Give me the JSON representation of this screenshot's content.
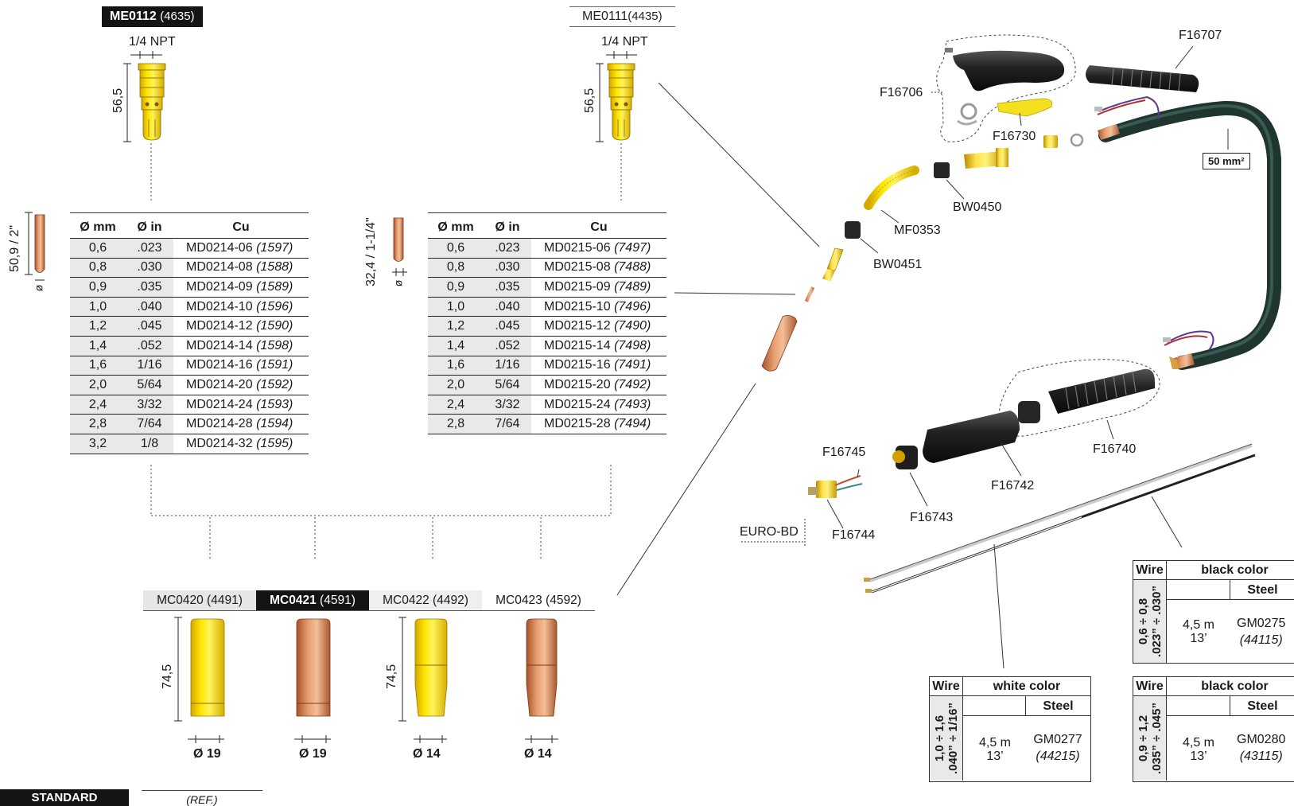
{
  "contact_tip_left": {
    "code": "ME0112",
    "ref": "(4635)",
    "thread": "1/4 NPT",
    "length": "56,5",
    "tip_size": "50,9 / 2\"",
    "diameter_symbol": "ø",
    "headers": [
      "Ø mm",
      "Ø in",
      "Cu"
    ],
    "rows": [
      {
        "mm": "0,6",
        "in": ".023",
        "code": "MD0214-06",
        "ref": "(1597)"
      },
      {
        "mm": "0,8",
        "in": ".030",
        "code": "MD0214-08",
        "ref": "(1588)"
      },
      {
        "mm": "0,9",
        "in": ".035",
        "code": "MD0214-09",
        "ref": "(1589)"
      },
      {
        "mm": "1,0",
        "in": ".040",
        "code": "MD0214-10",
        "ref": "(1596)"
      },
      {
        "mm": "1,2",
        "in": ".045",
        "code": "MD0214-12",
        "ref": "(1590)"
      },
      {
        "mm": "1,4",
        "in": ".052",
        "code": "MD0214-14",
        "ref": "(1598)"
      },
      {
        "mm": "1,6",
        "in": "1/16",
        "code": "MD0214-16",
        "ref": "(1591)"
      },
      {
        "mm": "2,0",
        "in": "5/64",
        "code": "MD0214-20",
        "ref": "(1592)"
      },
      {
        "mm": "2,4",
        "in": "3/32",
        "code": "MD0214-24",
        "ref": "(1593)"
      },
      {
        "mm": "2,8",
        "in": "7/64",
        "code": "MD0214-28",
        "ref": "(1594)"
      },
      {
        "mm": "3,2",
        "in": "1/8",
        "code": "MD0214-32",
        "ref": "(1595)"
      }
    ]
  },
  "contact_tip_right": {
    "code": "ME0111",
    "ref": "(4435)",
    "thread": "1/4 NPT",
    "length": "56,5",
    "tip_size": "32,4 / 1-1/4\"",
    "diameter_symbol": "ø",
    "headers": [
      "Ø mm",
      "Ø in",
      "Cu"
    ],
    "rows": [
      {
        "mm": "0,6",
        "in": ".023",
        "code": "MD0215-06",
        "ref": "(7497)"
      },
      {
        "mm": "0,8",
        "in": ".030",
        "code": "MD0215-08",
        "ref": "(7488)"
      },
      {
        "mm": "0,9",
        "in": ".035",
        "code": "MD0215-09",
        "ref": "(7489)"
      },
      {
        "mm": "1,0",
        "in": ".040",
        "code": "MD0215-10",
        "ref": "(7496)"
      },
      {
        "mm": "1,2",
        "in": ".045",
        "code": "MD0215-12",
        "ref": "(7490)"
      },
      {
        "mm": "1,4",
        "in": ".052",
        "code": "MD0215-14",
        "ref": "(7498)"
      },
      {
        "mm": "1,6",
        "in": "1/16",
        "code": "MD0215-16",
        "ref": "(7491)"
      },
      {
        "mm": "2,0",
        "in": "5/64",
        "code": "MD0215-20",
        "ref": "(7492)"
      },
      {
        "mm": "2,4",
        "in": "3/32",
        "code": "MD0215-24",
        "ref": "(7493)"
      },
      {
        "mm": "2,8",
        "in": "7/64",
        "code": "MD0215-28",
        "ref": "(7494)"
      }
    ]
  },
  "nozzles": {
    "items": [
      {
        "code": "MC0420",
        "ref": "(4491)",
        "diameter": "Ø 19"
      },
      {
        "code": "MC0421",
        "ref": "(4591)",
        "diameter": "Ø 19"
      },
      {
        "code": "MC0422",
        "ref": "(4492)",
        "diameter": "Ø 14"
      },
      {
        "code": "MC0423",
        "ref": "(4592)",
        "diameter": "Ø 14"
      }
    ],
    "length_a": "74,5",
    "length_b": "74,5"
  },
  "parts": {
    "F16707": "F16707",
    "F16706": "F16706",
    "F16730": "F16730",
    "cable": "50 mm²",
    "BW0450": "BW0450",
    "MF0353": "MF0353",
    "BW0451": "BW0451",
    "F16745": "F16745",
    "F16740": "F16740",
    "F16742": "F16742",
    "F16743": "F16743",
    "euro": "EURO-BD",
    "F16744": "F16744"
  },
  "liners": {
    "white": {
      "wire": "Wire",
      "color": "white color",
      "steel": "Steel",
      "range_mm": "1,0 ÷ 1,6",
      "range_in": ".040” ÷ 1/16”",
      "length_m": "4,5 m",
      "length_ft": "13’",
      "code": "GM0277",
      "ref": "(44215)"
    },
    "black_small": {
      "wire": "Wire",
      "color": "black color",
      "steel": "Steel",
      "range_mm": "0,6 ÷ 0,8",
      "range_in": ".023” ÷ .030”",
      "length_m": "4,5 m",
      "length_ft": "13’",
      "code": "GM0275",
      "ref": "(44115)"
    },
    "black_large": {
      "wire": "Wire",
      "color": "black color",
      "steel": "Steel",
      "range_mm": "0,9 ÷ 1,2",
      "range_in": ".035” ÷ .045”",
      "length_m": "4,5 m",
      "length_ft": "13’",
      "code": "GM0280",
      "ref": "(43115)"
    }
  },
  "footer": {
    "standard": "STANDARD",
    "ref_note": "(REF.)"
  }
}
